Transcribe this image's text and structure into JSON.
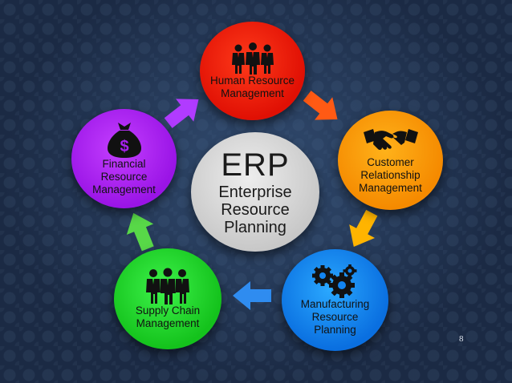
{
  "diagram": {
    "center": {
      "abbr": "ERP",
      "full": "Enterprise\nResource\nPlanning"
    },
    "nodes": [
      {
        "id": "hr",
        "label": "Human Resource\nManagement",
        "icon": "people-group-icon",
        "color": "#e8170a"
      },
      {
        "id": "crm",
        "label": "Customer\nRelationship\nManagement",
        "icon": "handshake-icon",
        "color": "#f89300"
      },
      {
        "id": "mfg",
        "label": "Manufacturing\nResource\nPlanning",
        "icon": "gears-icon",
        "color": "#1284f0"
      },
      {
        "id": "scm",
        "label": "Supply Chain\nManagement",
        "icon": "people-group-icon",
        "color": "#22d62a"
      },
      {
        "id": "fin",
        "label": "Financial\nResource\nManagement",
        "icon": "money-bag-icon",
        "color": "#a821f0"
      }
    ],
    "arrows": [
      {
        "from": "fin",
        "to": "hr",
        "color": "#b13bff"
      },
      {
        "from": "hr",
        "to": "crm",
        "color": "#ff5a14"
      },
      {
        "from": "crm",
        "to": "mfg",
        "color": "#ffb400"
      },
      {
        "from": "mfg",
        "to": "scm",
        "color": "#2f8cf0"
      },
      {
        "from": "scm",
        "to": "fin",
        "color": "#58d848"
      }
    ]
  },
  "page_number": "8"
}
